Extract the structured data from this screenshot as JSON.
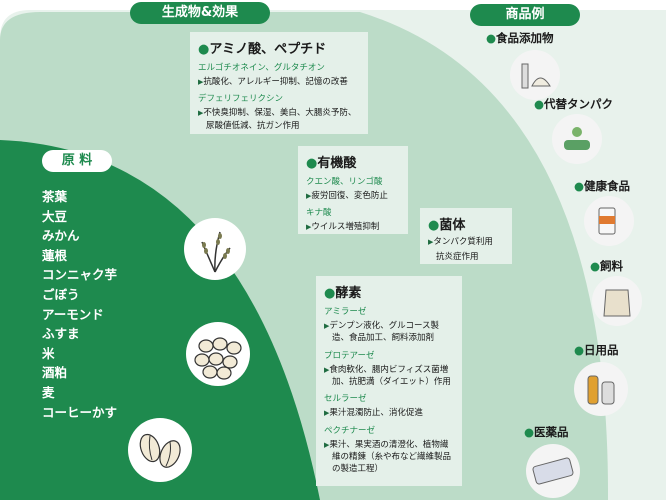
{
  "headers": {
    "effects": "生成物&効果",
    "raw": "原 料",
    "products": "商品例"
  },
  "raw_materials": [
    "茶葉",
    "大豆",
    "みかん",
    "蓮根",
    "コンニャク芋",
    "ごぼう",
    "アーモンド",
    "ふすま",
    "米",
    "酒粕",
    "麦",
    "コーヒーかす"
  ],
  "amino": {
    "title": "アミノ酸、ペプチド",
    "sub1": "エルゴチオネイン、グルタチオン",
    "item1": "抗酸化、アレルギー抑制、記憶の改善",
    "sub2": "デフェリフェリクシン",
    "item2": "不快臭抑制、保湿、美白、大腸炎予防、尿酸値低減、抗ガン作用"
  },
  "organic": {
    "title": "有機酸",
    "sub1": "クエン酸、リンゴ酸",
    "item1": "疲労回復、変色防止",
    "sub2": "キナ酸",
    "item2": "ウイルス増殖抑制"
  },
  "fungus": {
    "title": "菌体",
    "item1": "タンパク質利用",
    "item2": "抗炎症作用"
  },
  "enzyme": {
    "title": "酵素",
    "sub1": "アミラーゼ",
    "item1": "デンプン液化、グルコース製造、食品加工、飼料添加剤",
    "sub2": "プロテアーゼ",
    "item2": "食肉軟化、腸内ビフィズス菌増加、抗肥満（ダイエット）作用",
    "sub3": "セルラーゼ",
    "item3": "果汁混濁防止、消化促進",
    "sub4": "ペクチナーゼ",
    "item4": "果汁、果実酒の清澄化、植物繊維の精錬（糸や布など繊維製品の製造工程）"
  },
  "products": [
    "食品添加物",
    "代替タンパク",
    "健康食品",
    "飼料",
    "日用品",
    "医薬品"
  ],
  "colors": {
    "dark_green": "#1e8a4e",
    "mid_green": "#b5d6c2",
    "light_green": "#d2e7da",
    "box": "#e4f0e9"
  }
}
